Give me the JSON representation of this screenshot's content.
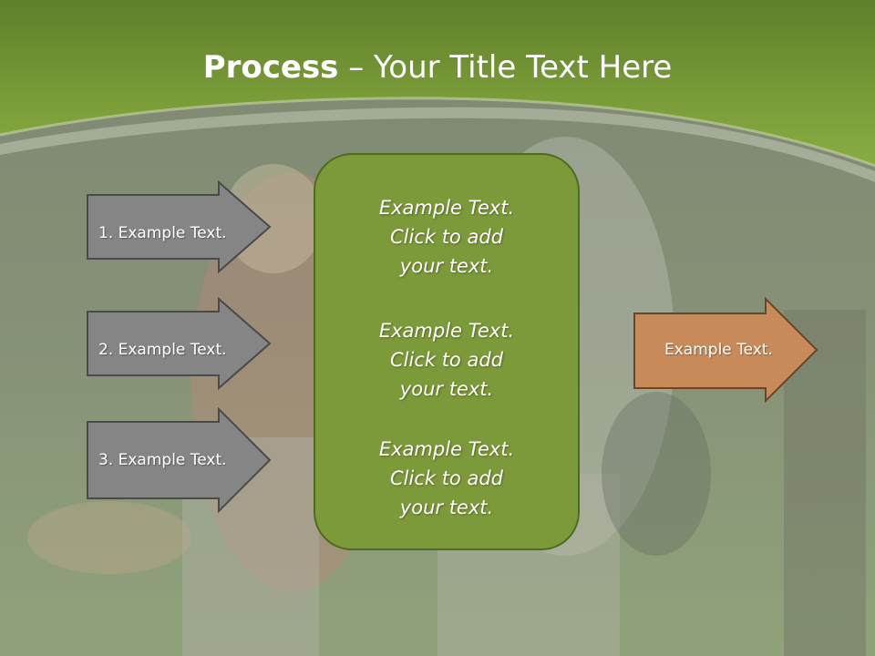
{
  "title": {
    "bold": "Process",
    "rest": " – Your Title Text Here"
  },
  "steps": [
    {
      "label": "1. Example Text."
    },
    {
      "label": "2. Example Text."
    },
    {
      "label": "3. Example Text."
    }
  ],
  "center": {
    "lines": [
      {
        "l1": "Example Text.",
        "l2": "Click  to add",
        "l3": "your text."
      },
      {
        "l1": "Example Text.",
        "l2": "Click  to add",
        "l3": "your text."
      },
      {
        "l1": "Example Text.",
        "l2": "Click  to add",
        "l3": "your text."
      }
    ]
  },
  "output": {
    "label": "Example Text."
  },
  "colors": {
    "header_green": "#7a9c38",
    "center_green": "#7d9a3a",
    "step_gray": "#858585",
    "output_tan": "#c98a5a"
  }
}
